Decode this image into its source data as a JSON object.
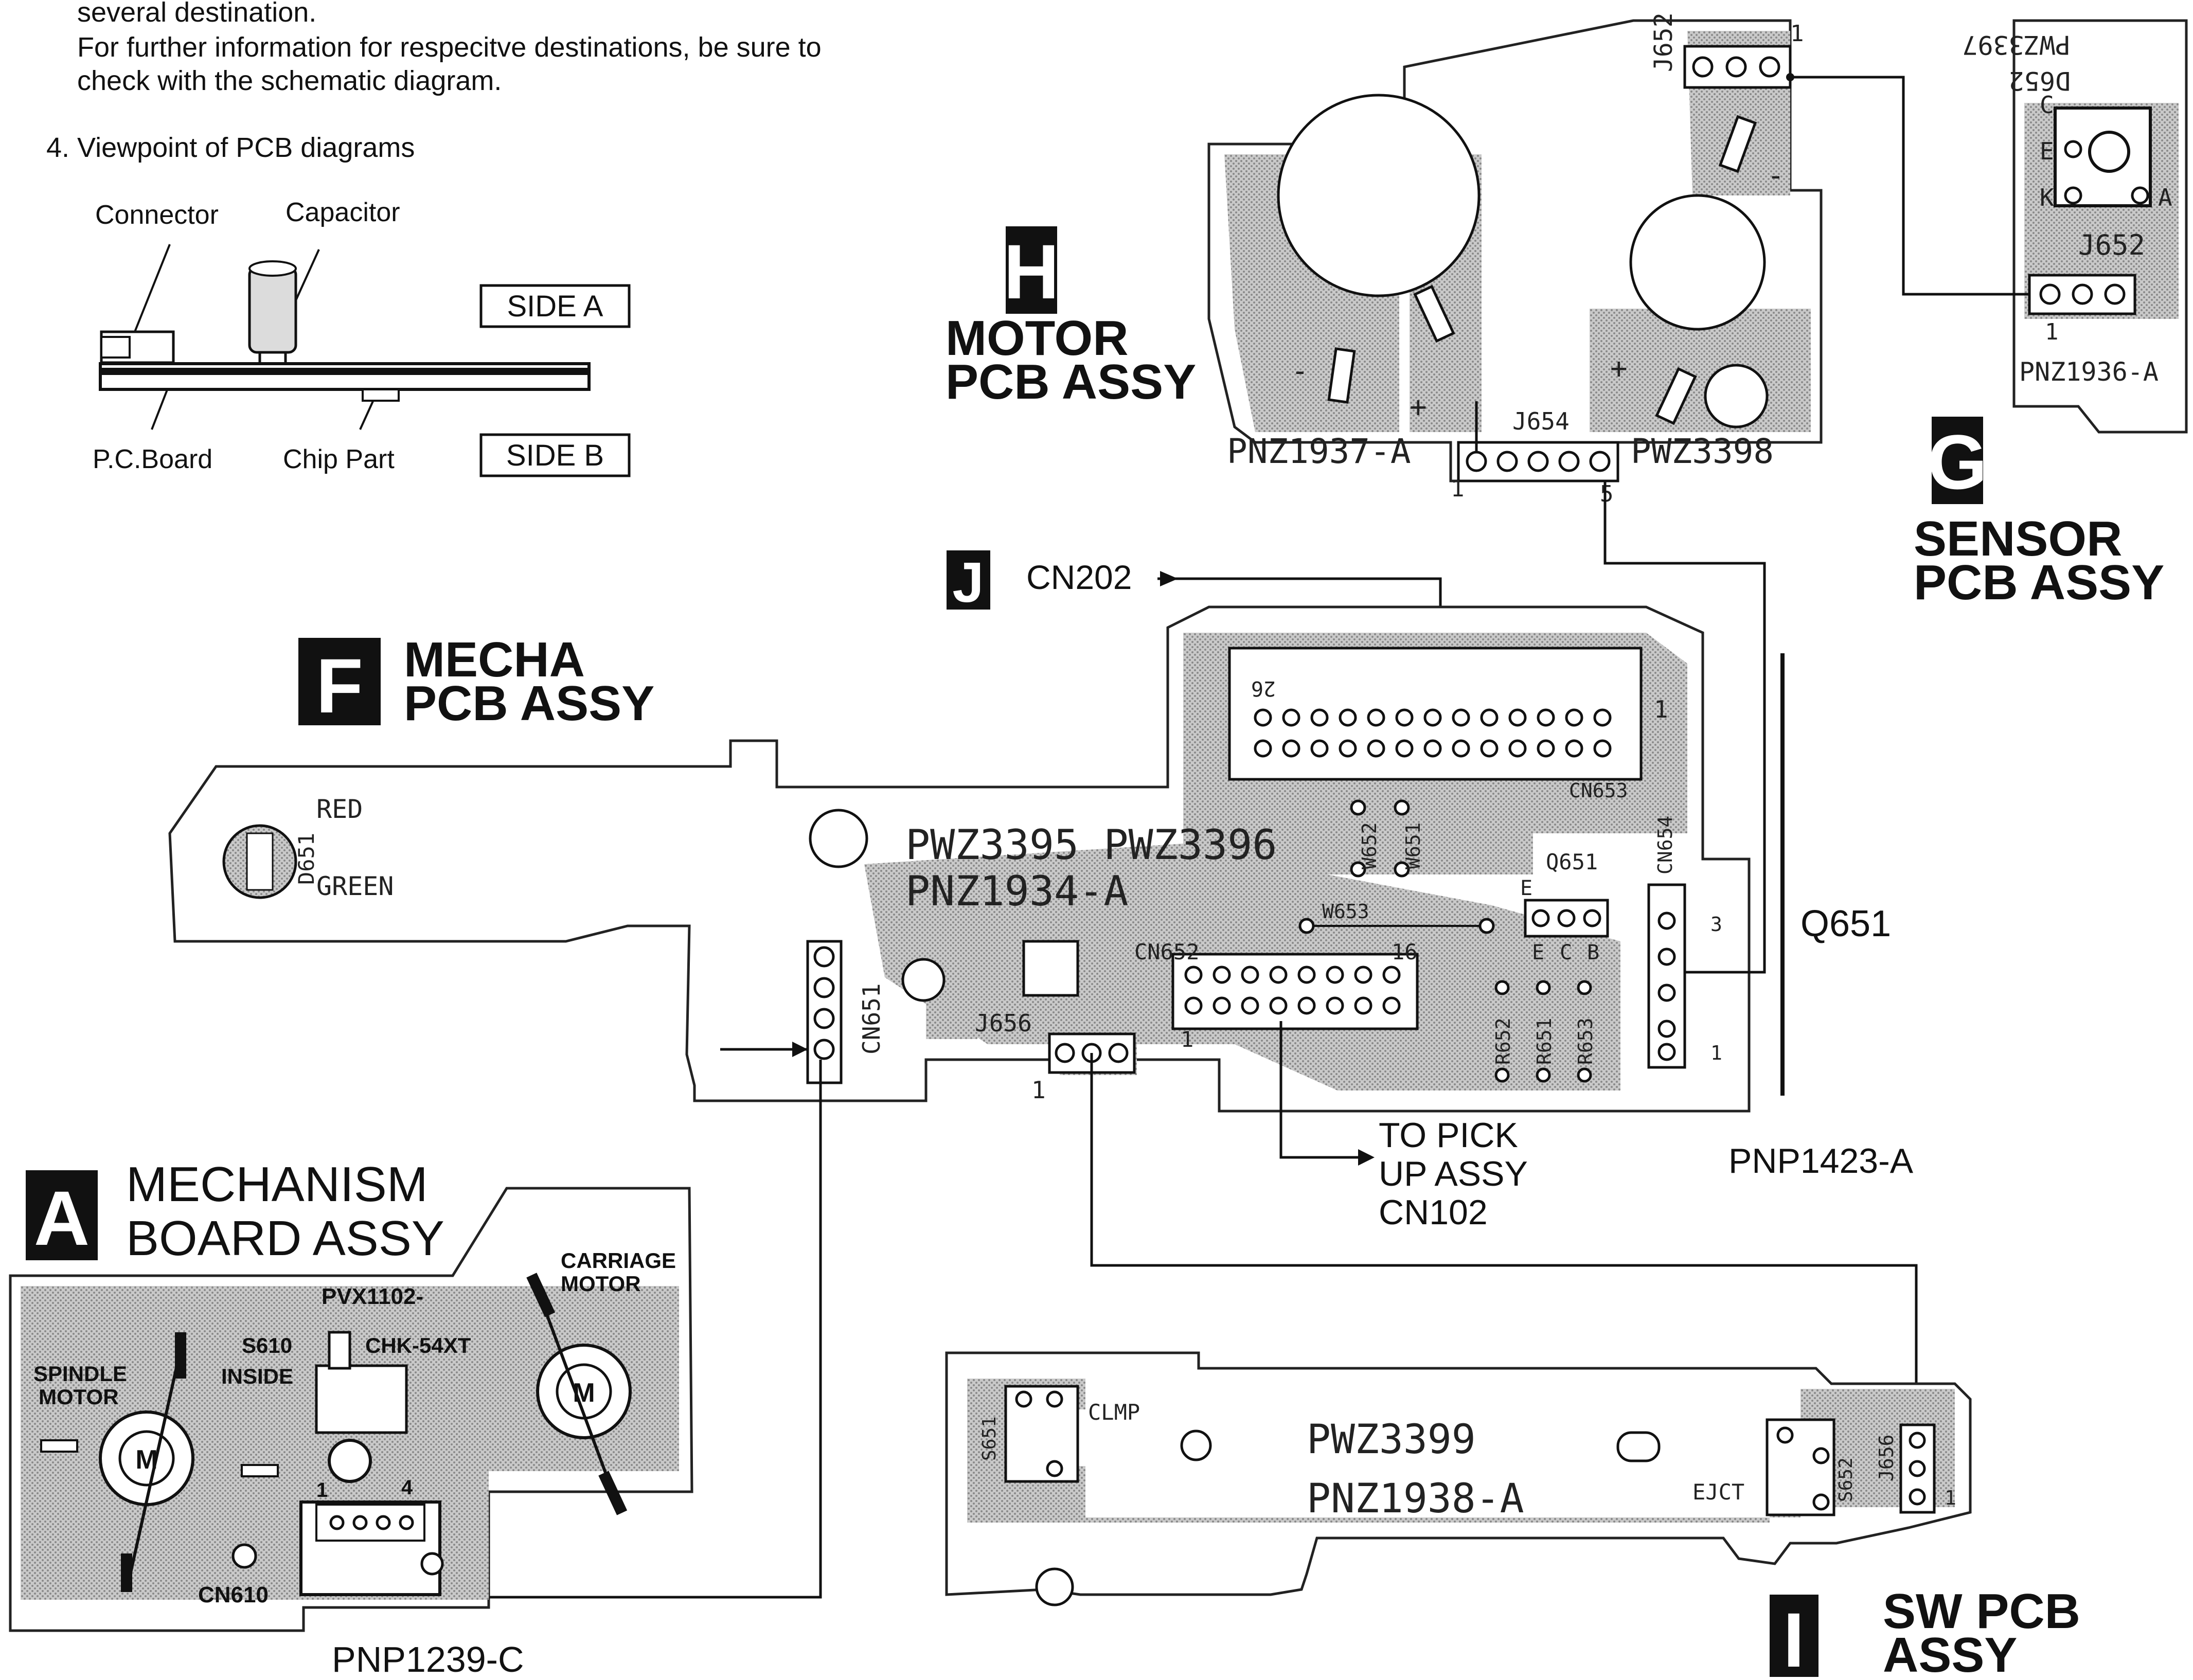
{
  "notes": {
    "line1": "several destination.",
    "line2": "For further information for respecitve destinations, be sure to",
    "line3": "check with the schematic diagram.",
    "viewpoint_title": "4. Viewpoint of PCB diagrams",
    "connector": "Connector",
    "capacitor": "Capacitor",
    "side_a": "SIDE A",
    "side_b": "SIDE B",
    "pc_board": "P.C.Board",
    "chip_part": "Chip Part"
  },
  "motor_pcb": {
    "badge": "H",
    "title1": "MOTOR",
    "title2": "PCB ASSY",
    "part_left": "PNZ1937-A",
    "part_right": "PWZ3398",
    "j654": "J654",
    "j652": "J652",
    "pin1": "1",
    "pin5": "5",
    "plus": "+",
    "minus": "-"
  },
  "sensor_pcb": {
    "badge": "G",
    "title1": "SENSOR",
    "title2": "PCB ASSY",
    "part_top": "PWZ3397",
    "d652": "D652",
    "j652": "J652",
    "part": "PNZ1936-A",
    "c": "C",
    "e": "E",
    "a": "A",
    "k": "K",
    "pin1": "1"
  },
  "j_ref": {
    "badge": "J",
    "label": "CN202"
  },
  "mecha_pcb": {
    "badge": "F",
    "title1": "MECHA",
    "title2": "PCB ASSY",
    "part_a": "PWZ3395 PWZ3396",
    "part_b": "PNZ1934-A",
    "red": "RED",
    "green": "GREEN",
    "d651": "D651",
    "cn651": "CN651",
    "cn652": "CN652",
    "cn653": "CN653",
    "cn654": "CN654",
    "j656": "J656",
    "w652": "W652",
    "w651": "W651",
    "w653": "W653",
    "q651": "Q651",
    "r652": "R652",
    "r651": "R651",
    "r653": "R653",
    "e": "E",
    "c": "C",
    "b": "B",
    "pin1": "1",
    "pin16": "16",
    "pin26": "26",
    "pin3": "3",
    "q651_big": "Q651",
    "pnp": "PNP1423-A",
    "to_pick1": "TO PICK",
    "to_pick2": "UP ASSY",
    "to_pick3": "CN102"
  },
  "mechanism_board": {
    "badge": "A",
    "title1": "MECHANISM",
    "title2": "BOARD ASSY",
    "pvx": "PVX1102-",
    "s610": "S610",
    "inside": "INSIDE",
    "chk": "CHK-54XT",
    "spindle1": "SPINDLE",
    "spindle2": "MOTOR",
    "carriage1": "CARRIAGE",
    "carriage2": "MOTOR",
    "m": "M",
    "cn610": "CN610",
    "pin1": "1",
    "pin4": "4",
    "part": "PNP1239-C"
  },
  "sw_pcb": {
    "badge": "I",
    "title1": "SW PCB",
    "title2": "ASSY",
    "part_a": "PWZ3399",
    "part_b": "PNZ1938-A",
    "clmp": "CLMP",
    "ejct": "EJCT",
    "s651": "S651",
    "s652": "S652",
    "j656": "J656",
    "pin1": "1"
  },
  "colors": {
    "ink": "#111111",
    "copper_fill": "#b8b8b8",
    "board_fill": "#ffffff"
  }
}
